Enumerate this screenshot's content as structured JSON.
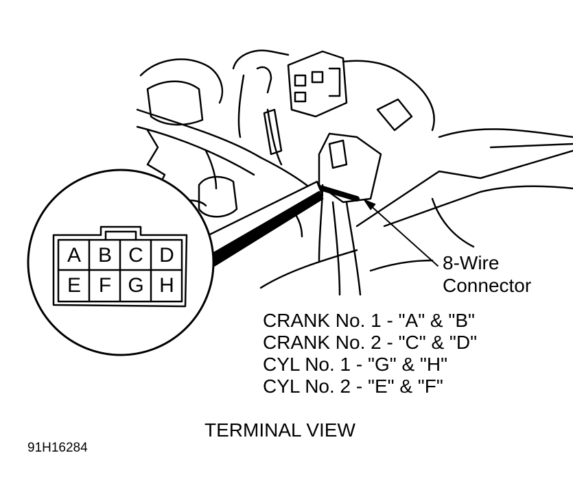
{
  "connector_label": {
    "line1": "8-Wire",
    "line2": "Connector"
  },
  "terminal_pins": {
    "top_row": [
      "A",
      "B",
      "C",
      "D"
    ],
    "bottom_row": [
      "E",
      "F",
      "G",
      "H"
    ]
  },
  "pin_assignments": [
    "CRANK No. 1 - \"A\" & \"B\"",
    "CRANK No. 2 - \"C\" & \"D\"",
    "CYL No. 1 - \"G\" & \"H\"",
    "CYL No. 2 - \"E\" & \"F\""
  ],
  "view_title": "TERMINAL VIEW",
  "figure_id": "91H16284"
}
